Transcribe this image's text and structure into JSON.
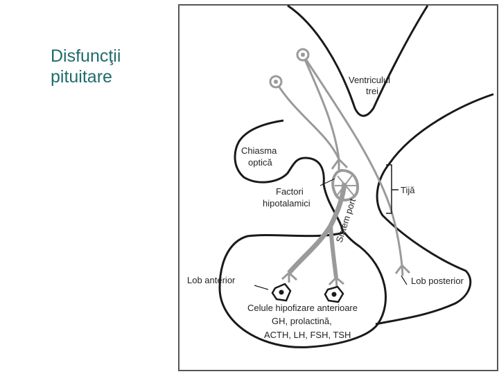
{
  "slide": {
    "title_line1": "Disfuncţii",
    "title_line2": "pituitare",
    "title_color": "#1f6b6b"
  },
  "figure": {
    "labels": {
      "ventricle_line1": "Ventriculul",
      "ventricle_line2": "trei",
      "chiasm_line1": "Chiasma",
      "chiasm_line2": "optică",
      "factors_line1": "Factori",
      "factors_line2": "hipotalamici",
      "stalk": "Tijă",
      "portal_system": "Sistem port",
      "anterior_lobe": "Lob anterior",
      "posterior_lobe": "Lob posterior",
      "cells_line1": "Celule hipofizare anterioare",
      "cells_line2": "GH, prolactină,",
      "cells_line3": "ACTH, LH, FSH, TSH"
    },
    "colors": {
      "outline": "#1a1a1a",
      "vessel": "#9a9a9a",
      "frame": "#555555"
    }
  }
}
